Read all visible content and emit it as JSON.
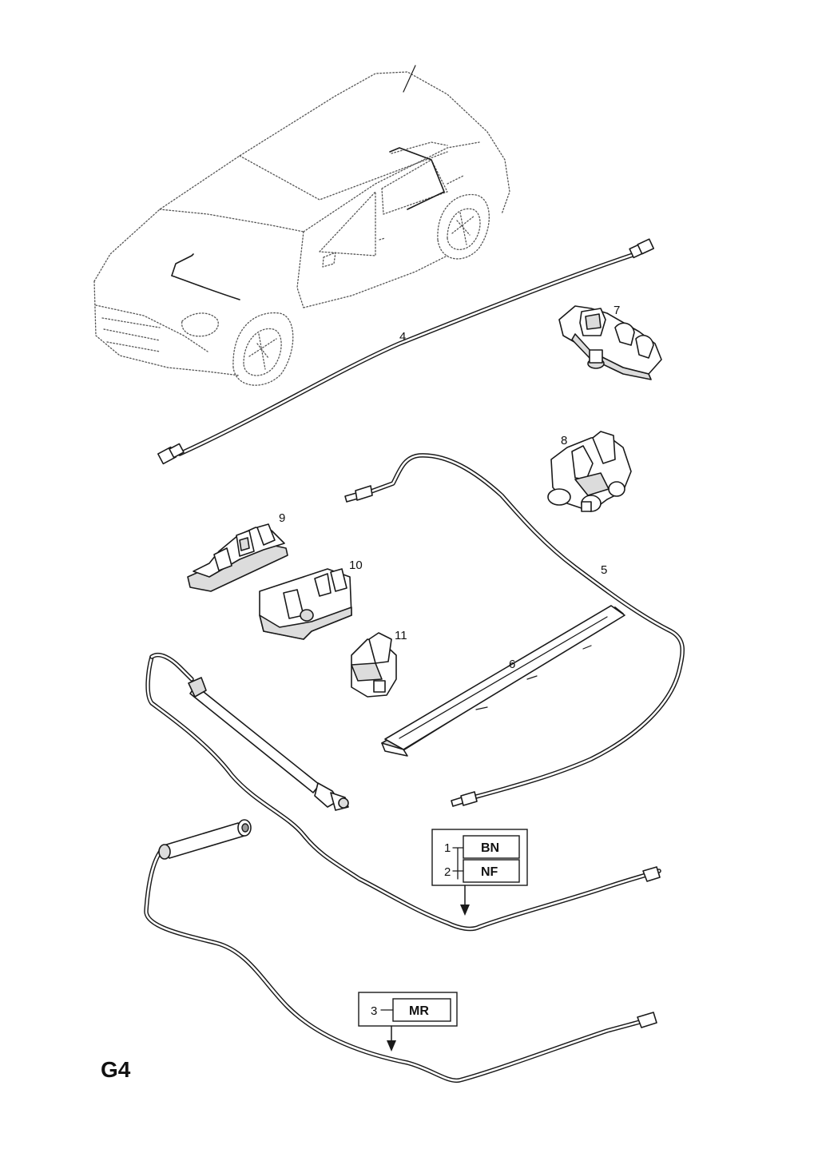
{
  "sheet_label": "G4",
  "callouts": {
    "c4": "4",
    "c5": "5",
    "c6": "6",
    "c7": "7",
    "c8": "8",
    "c9": "9",
    "c10": "10",
    "c11": "11"
  },
  "code_box_a": {
    "rows": [
      {
        "index": "1",
        "code": "BN"
      },
      {
        "index": "2",
        "code": "NF"
      }
    ]
  },
  "code_box_b": {
    "rows": [
      {
        "index": "3",
        "code": "MR"
      }
    ]
  }
}
